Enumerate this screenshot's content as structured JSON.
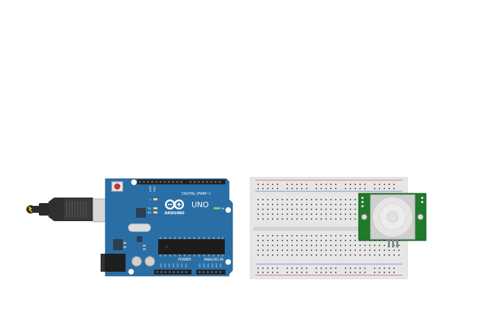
{
  "arduino": {
    "brand_label": "ARDUINO",
    "model_label": "UNO",
    "digital_label": "DIGITAL (PWM~)",
    "power_label": "POWER",
    "analog_label": "ANALOG IN",
    "led_l": "L",
    "led_tx": "TX",
    "led_rx": "RX",
    "on_label": "ON",
    "aref_label": "AREF",
    "gnd_label": "GND"
  },
  "colors": {
    "board": "#2a6ea6",
    "board_edge": "#1f5a8a",
    "breadboard": "#e6e6e6",
    "rail_red": "#d9534f",
    "rail_blue": "#4a7cc9",
    "pir_pcb": "#1f7a2a",
    "usb_cable": "#2b2b2b"
  }
}
